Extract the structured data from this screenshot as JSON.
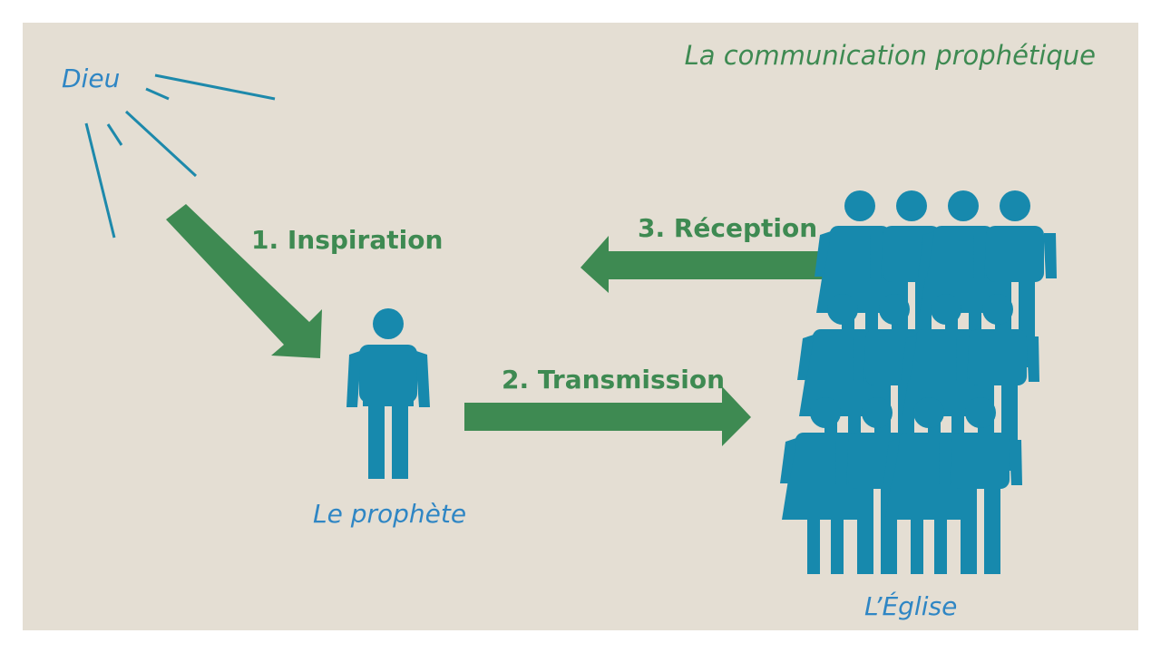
{
  "title": "La communication prophétique",
  "labels": {
    "god": "Dieu",
    "prophet": "Le prophète",
    "church": "L’Église"
  },
  "steps": [
    {
      "label": "1. Inspiration"
    },
    {
      "label": "2. Transmission"
    },
    {
      "label": "3. Réception"
    }
  ],
  "colors": {
    "background": "#e4ded3",
    "arrow": "#3e8a52",
    "figure": "#1789ad",
    "label": "#2f86c4",
    "title": "#3e8a52"
  },
  "church_people": {
    "rows": 3,
    "per_row": 4
  }
}
